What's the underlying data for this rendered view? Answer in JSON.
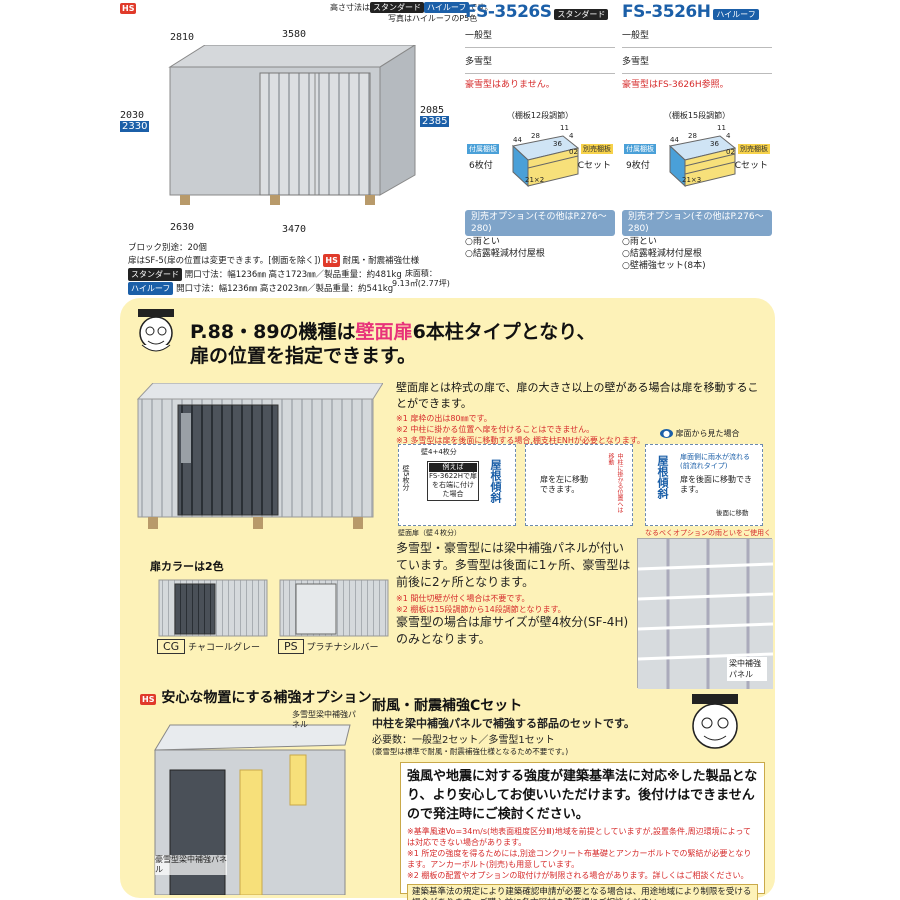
{
  "header": {
    "hs_badge": "HS",
    "height_note_pre": "高さ寸法は",
    "height_note_std": "スタンダード",
    "height_note_hi": "ハイルーフ",
    "height_note_post": "です。",
    "photo_note": "写真はハイルーフのP5色"
  },
  "dims": {
    "depth_top": "2810",
    "width_top": "3580",
    "h_left_std": "2030",
    "h_left_hi": "2330",
    "h_right_std": "2085",
    "h_right_hi": "2385",
    "depth_bottom": "2630",
    "width_bottom": "3470"
  },
  "specs": {
    "block": "ブロック別途：20個",
    "door_note": "扉はSF-5(扉の位置は変更できます。[側面を除く])",
    "hs_label": "耐風・耐震補強仕様",
    "std_tag": "スタンダード",
    "std_text": "開口寸法：幅1236㎜ 高さ1723㎜／製品重量：約481kg",
    "hi_tag": "ハイルーフ",
    "hi_text": "開口寸法：幅1236㎜ 高さ2023㎜／製品重量：約541kg",
    "floor_label": "床面積：",
    "floor_value": "9.13㎡(2.77坪)"
  },
  "models": [
    {
      "code": "FS-3526S",
      "tag": "スタンダード",
      "row1": "一般型",
      "row2": "多雪型",
      "note": "豪雪型はありません。",
      "shelf_note": "（棚板12段調節）",
      "side_label": "付属棚板",
      "side_count": "6枚付",
      "sep_label": "別売棚板",
      "sep_count": "Cセット",
      "dims": [
        "44",
        "28",
        "11",
        "4",
        "36",
        "02",
        "21×2"
      ],
      "opt_head": "別売オプション(その他はP.276～280)",
      "options": [
        "○雨とい",
        "○結露軽減材付屋根"
      ]
    },
    {
      "code": "FS-3526H",
      "tag": "ハイルーフ",
      "row1": "一般型",
      "row2": "多雪型",
      "note": "豪雪型はFS-3626H参照。",
      "shelf_note": "（棚板15段調節）",
      "side_label": "付属棚板",
      "side_count": "9枚付",
      "sep_label": "別売棚板",
      "sep_count": "Cセット",
      "dims": [
        "44",
        "28",
        "11",
        "4",
        "36",
        "02",
        "21×3"
      ],
      "opt_head": "別売オプション(その他はP.276～280)",
      "options": [
        "○雨とい",
        "○結露軽減材付屋根",
        "○壁補強セット(8本)"
      ]
    }
  ],
  "panel": {
    "headline_a": "P.88・89の機種は",
    "headline_pink": "壁面扉",
    "headline_b": "6本柱タイプ",
    "headline_c": "となり、",
    "headline_2": "扉の位置を指定できます。",
    "wall_door_text": "壁面扉とは枠式の扉で、扉の大きさ以上の壁がある場合は扉を移動することができます。",
    "notes1": [
      "※1 扉枠の出は80㎜です。",
      "※2 中柱に掛かる位置へ扉を付けることはできません。",
      "※3 多雪型は扉を後面に移動する場合,棚支柱ENHが必要となります。"
    ],
    "view_label": "扉面から見た場合",
    "d1_wall": "壁4+4枚分",
    "d1_side": "壁5枚分",
    "d1_example_head": "例えば",
    "d1_example": "FS-3622Hで扉を右端に付けた場合",
    "d1_roof": "屋根傾斜",
    "d1_bottom": "壁面扉（壁４枚分）",
    "d2_text": "扉を左に移動できます。",
    "d2_mid": "中柱に掛かる位置へは移動",
    "d3_roof": "屋根傾斜",
    "d3_text1": "扉面側に雨水が流れる(前流れタイプ)",
    "d3_text2": "扉を後面に移動できます。",
    "d3_back": "後面に移動",
    "d3_note": "なるべくオプションの雨といをご使用ください。",
    "beam_text": "多雪型・豪雪型には梁中補強パネルが付いています。多雪型は後面に1ヶ所、豪雪型は前後に2ヶ所となります。",
    "notes2": [
      "※1 間仕切壁が付く場合は不要です。",
      "※2 棚板は15段調節から14段調節となります。"
    ],
    "heavy_text": "豪雪型の場合は扉サイズが壁4枚分(SF-4H)のみとなります。",
    "beam_label": "梁中補強パネル",
    "color_title": "扉カラーは2色",
    "color1_code": "CG",
    "color1_name": "チャコールグレー",
    "color2_code": "PS",
    "color2_name": "プラチナシルバー",
    "reinforce_title": "安心な物置にする補強オプション",
    "snow_label": "多雪型梁中補強パネル",
    "heavy_label": "豪雪型梁中補強パネル",
    "cset_title": "耐風・耐震補強Cセット",
    "cset_desc": "中柱を梁中補強パネルで補強する部品のセットです。",
    "cset_need": "必要数：一般型2セット／多雪型1セット",
    "cset_note": "(豪雪型は標準で耐風・耐震補強仕様となるため不要です。)",
    "strength_text": "強風や地震に対する強度が建築基準法に対応※した製品となり、より安心してお使いいただけます。後付けはできませんので発注時にご検討ください。",
    "notes3": [
      "※基準風速Vo=34m/s(地表面粗度区分Ⅲ)地域を前提としていますが,設置条件,周辺環境によっては対応できない場合があります。",
      "※1 所定の強度を得るためには,別途コンクリート布基礎とアンカーボルトでの緊結が必要となります。アンカーボルト(別売)も用意しています。",
      "※2 棚板の配置やオプションの取付けが制限される場合があります。詳しくはご相談ください。"
    ],
    "law_text": "建築基準法の規定により建築確認申請が必要となる場合は、用途地域により制限を受ける場合があります。ご購入前に各市町村の建築課にご相談ください。"
  }
}
